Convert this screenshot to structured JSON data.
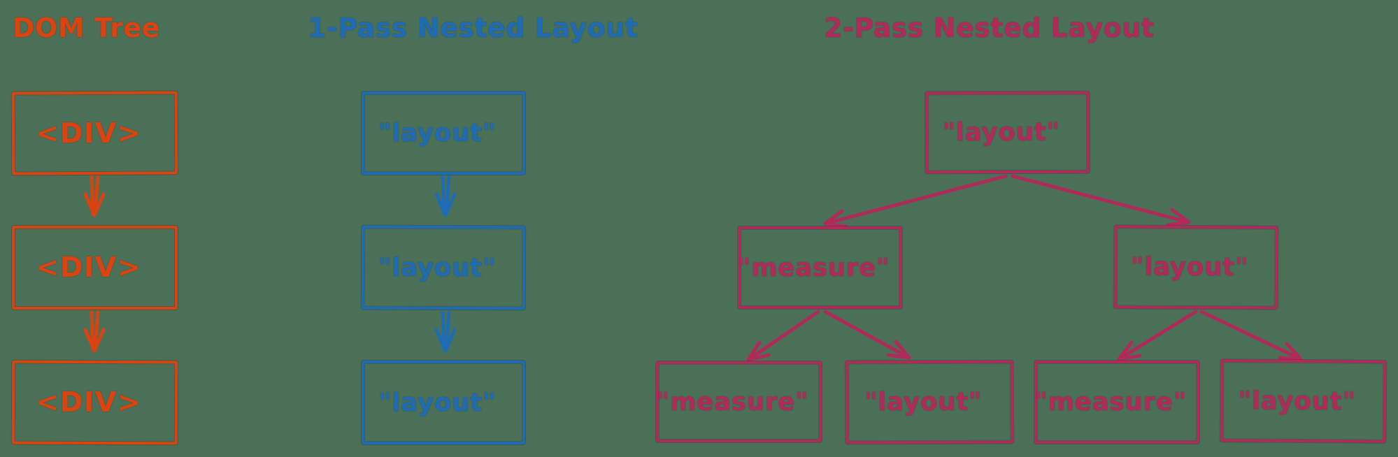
{
  "colors": {
    "background": "#4a7157",
    "orange": "#d8430f",
    "blue": "#1f6cb4",
    "pink": "#b02a5a"
  },
  "diagrams": {
    "dom": {
      "title": "DOM Tree",
      "nodes": [
        "<DIV>",
        "<DIV>",
        "<DIV>"
      ]
    },
    "one_pass": {
      "title": "1-Pass Nested Layout",
      "nodes": [
        "\"layout\"",
        "\"layout\"",
        "\"layout\""
      ]
    },
    "two_pass": {
      "title": "2-Pass Nested Layout",
      "root": "\"layout\"",
      "children": [
        "\"measure\"",
        "\"layout\""
      ],
      "grandchildren": [
        "\"measure\"",
        "\"layout\"",
        "\"measure\"",
        "\"layout\""
      ]
    }
  }
}
